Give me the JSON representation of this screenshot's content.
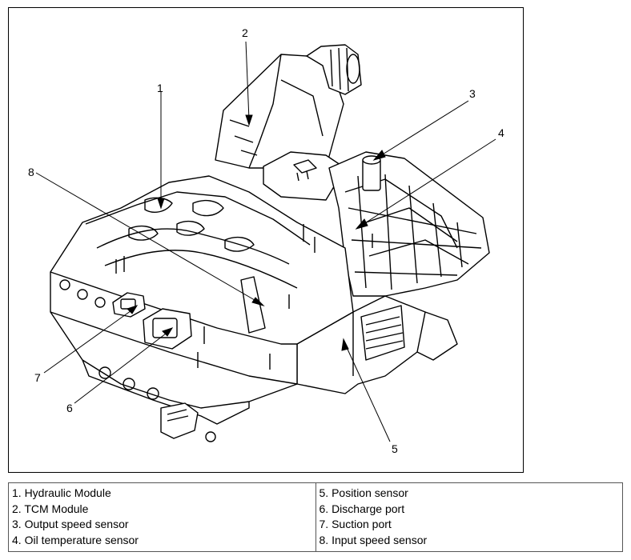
{
  "figure": {
    "callouts": [
      "1",
      "2",
      "3",
      "4",
      "5",
      "6",
      "7",
      "8"
    ]
  },
  "legend": {
    "left": [
      "1. Hydraulic Module",
      "2. TCM Module",
      "3. Output speed sensor",
      "4. Oil temperature sensor"
    ],
    "right": [
      "5. Position sensor",
      "6. Discharge port",
      "7. Suction port",
      "8. Input speed sensor"
    ]
  }
}
